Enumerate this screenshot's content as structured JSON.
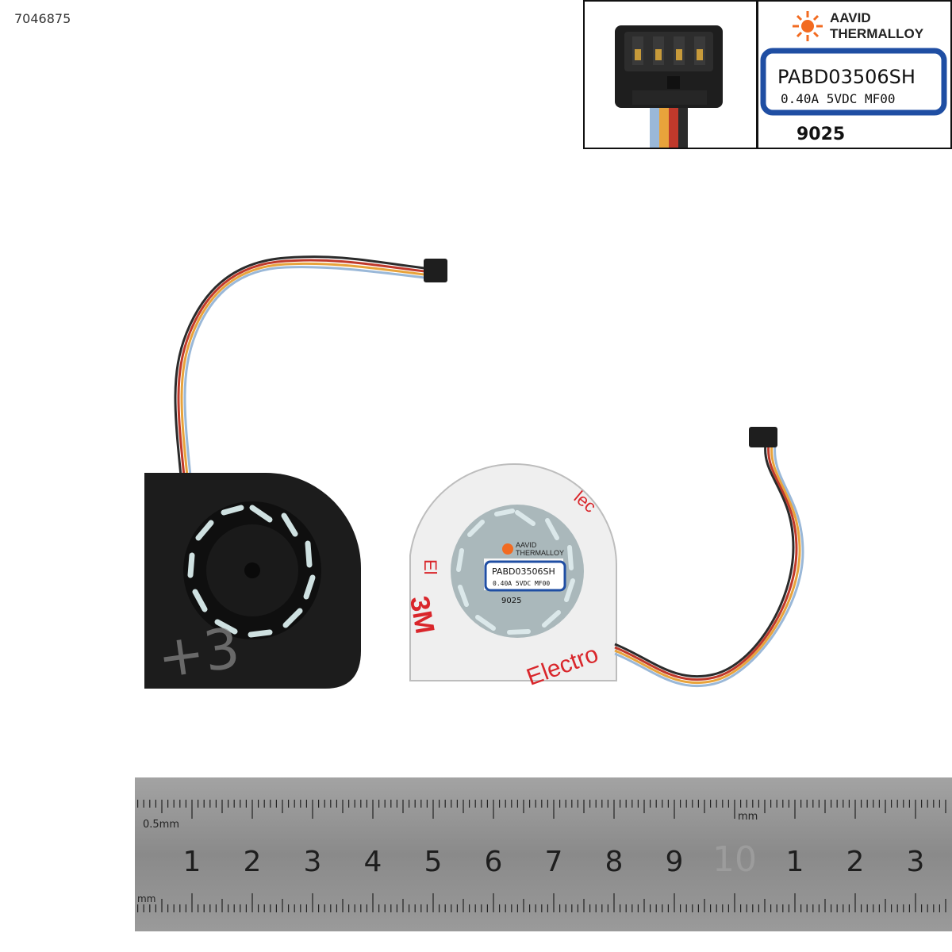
{
  "sku_code": "7046875",
  "brand": {
    "line1": "AAVID",
    "line2": "THERMALLOY",
    "logo_color": "#f26b21"
  },
  "label": {
    "model": "PABD03506SH",
    "specs": "0.40A  5VDC  MF00",
    "code": "9025",
    "border_color": "#1f4ea3"
  },
  "sticker": {
    "brand_mark": "3M",
    "text_fragments": [
      "Electro",
      "El",
      "lec"
    ]
  },
  "handwriting": "+3",
  "ruler": {
    "unit_top": "mm",
    "unit_top_left": "0.5mm",
    "unit_bottom_left": "mm",
    "numbers": [
      "1",
      "2",
      "3",
      "4",
      "5",
      "6",
      "7",
      "8",
      "9",
      "10",
      "1",
      "2",
      "3"
    ]
  },
  "wire_colors": [
    "#2b2b2b",
    "#c0392b",
    "#e8a33b",
    "#9ab8d8"
  ],
  "colors": {
    "fan_black": "#1c1c1c",
    "blade_light": "#c9dcdc",
    "sticker_white": "#f3f3f3",
    "sticker_red": "#d9262b",
    "ruler_metal": "#8f8f8f"
  }
}
